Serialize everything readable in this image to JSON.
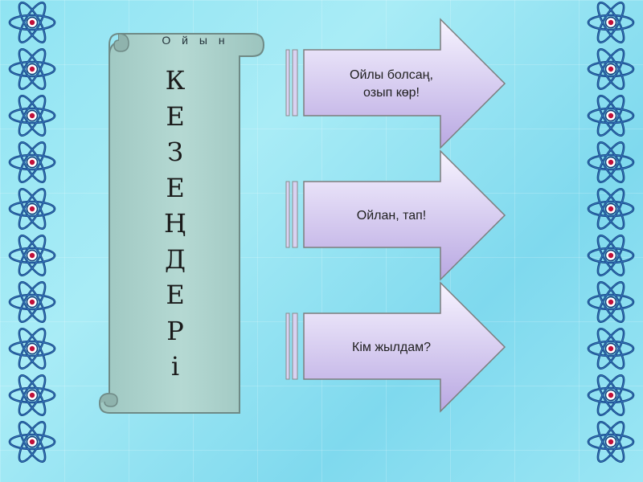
{
  "scroll": {
    "title": "О й ы н",
    "letters": [
      "К",
      "Е",
      "З",
      "Е",
      "Ң",
      "Д",
      "Е",
      "Р",
      "і"
    ]
  },
  "arrows": [
    {
      "line1": "Ойлы болсаң,",
      "line2": "озып көр!"
    },
    {
      "line1": "Ойлан, тап!",
      "line2": ""
    },
    {
      "line1": "Кім  жылдам?",
      "line2": ""
    }
  ],
  "colors": {
    "background": "#9be6f4",
    "scroll_fill": "#a8cfc9",
    "arrow_fill_top": "#f6f3ff",
    "arrow_fill_bottom": "#b8a6e0",
    "atom_orbit": "#0d3c7a",
    "atom_nucleus": "#c0103a"
  },
  "decorations": {
    "atom_icon": "atom-icon",
    "atom_count_per_column": 10
  }
}
